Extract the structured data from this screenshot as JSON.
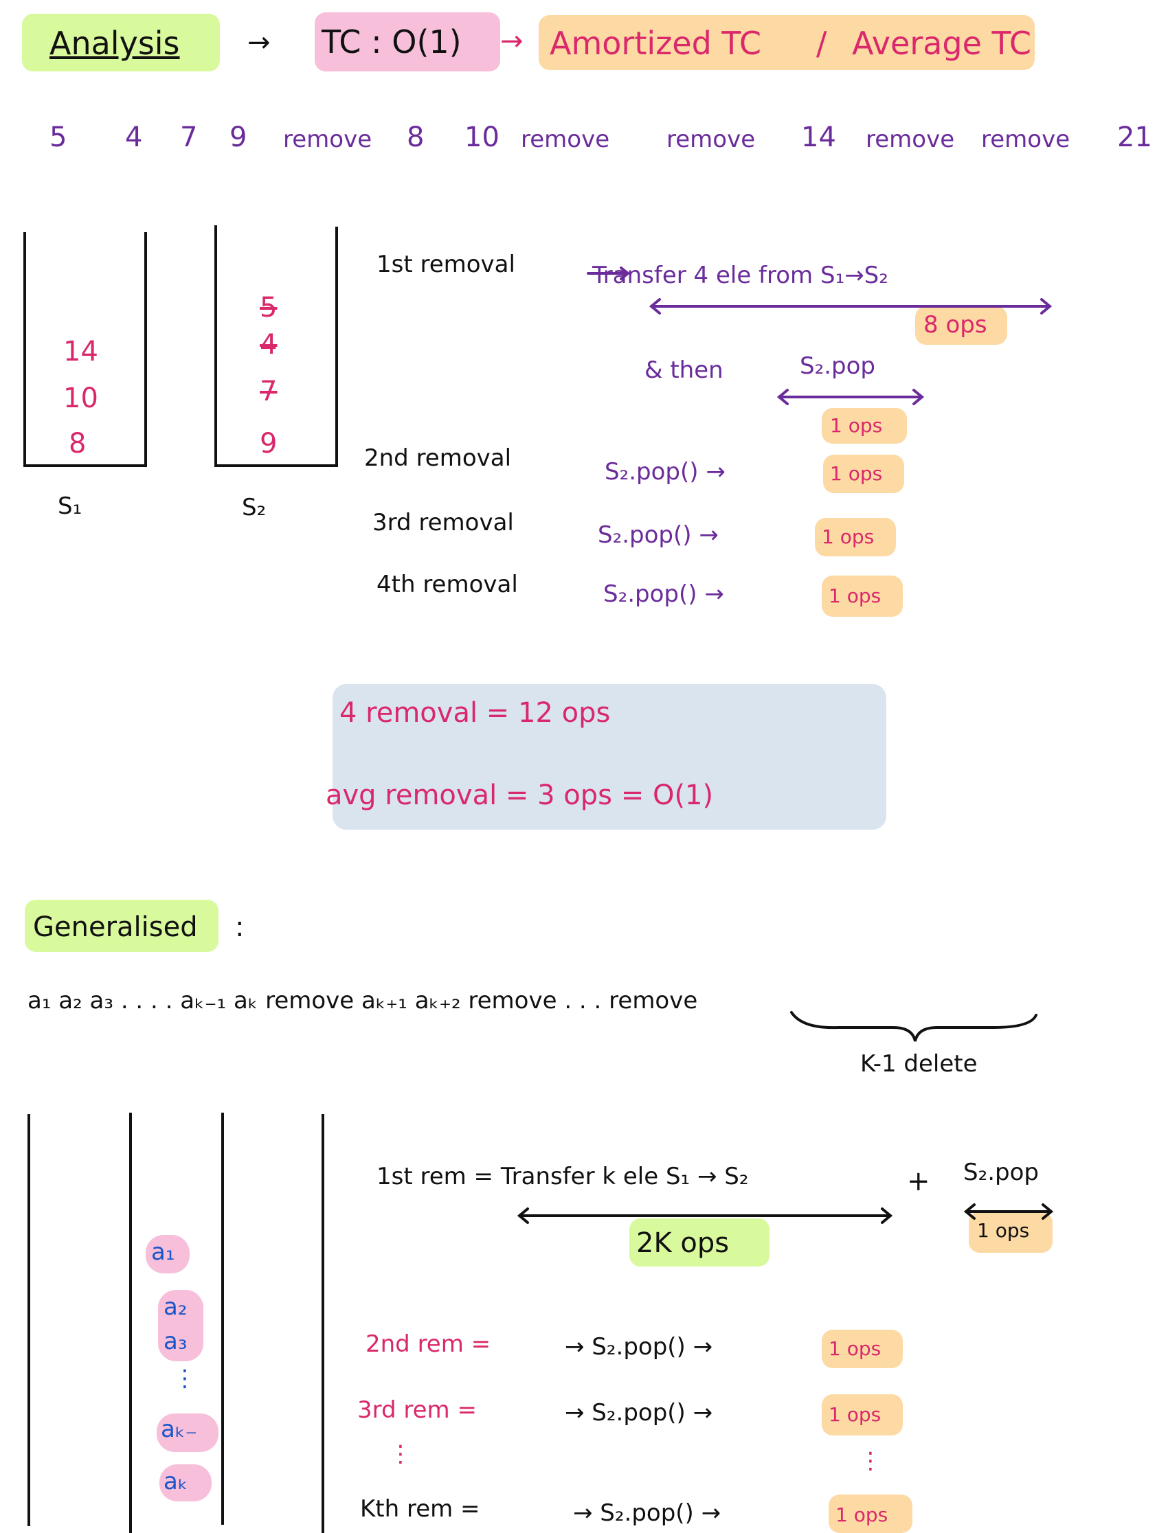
{
  "colors": {
    "green": "#d9f99d",
    "pink": "#f7bfd9",
    "orange": "#fdd9a3",
    "blue": "#d9e4ef",
    "purple": "#6a2c9a",
    "red": "#d9286b",
    "navy": "#1a56c9"
  },
  "header": {
    "analysis": "Analysis",
    "tc": "TC : O(1)",
    "amortized": "Amortized TC",
    "slash": "/",
    "average": "Average TC"
  },
  "sequence": [
    "5",
    "4",
    "7",
    "9",
    "remove",
    "8",
    "10",
    "remove",
    "remove",
    "14",
    "remove",
    "remove",
    "21"
  ],
  "example": {
    "s1_items": [
      "14",
      "10",
      "8"
    ],
    "s2_items_struck": [
      "5",
      "4",
      "7"
    ],
    "s2_item": "9",
    "s1_label": "S₁",
    "s2_label": "S₂",
    "removal1": "1st removal",
    "transfer": "Transfer 4 ele from S₁→S₂",
    "ops8": "8 ops",
    "and_then": "& then",
    "s2pop": "S₂.pop",
    "ops1": "1 ops",
    "removal2": "2nd removal",
    "removal3": "3rd removal",
    "removal4": "4th removal",
    "pop_call": "S₂.pop() →",
    "summary1": "4 removal = 12 ops",
    "summary2": "avg removal = 3 ops = O(1)"
  },
  "general": {
    "title": "Generalised",
    "colon": ":",
    "sequence": "a₁  a₂  a₃ . . . . aₖ₋₁  aₖ  remove  aₖ₊₁  aₖ₊₂  remove . . . remove",
    "k1_delete": "K-1 delete",
    "rem1": "1st rem = Transfer k ele S₁ → S₂",
    "plus": "+",
    "s2pop": "S₂.pop",
    "ops1": "1 ops",
    "ops2k": "2K ops",
    "rem2": "2nd rem =",
    "rem3": "3rd rem =",
    "remk": "Kth rem =",
    "pop_call": "→ S₂.pop() →",
    "stack_items": [
      "a₁",
      "a₂",
      "a₃",
      "⋮",
      "aₖ₋",
      "aₖ"
    ],
    "dots": "⋮"
  }
}
